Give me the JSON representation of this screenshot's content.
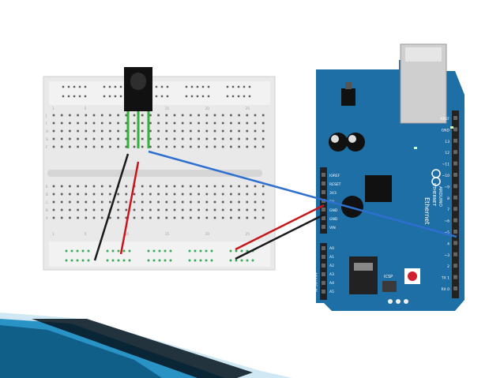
{
  "slide": {
    "accent": "#1f7fb3",
    "background": "#ffffff"
  },
  "breadboard": {
    "column_numbers": [
      "1",
      "5",
      "10",
      "15",
      "20",
      "25"
    ],
    "row_letters_top": [
      "J",
      "I",
      "H",
      "G",
      "F"
    ],
    "row_letters_bottom": [
      "E",
      "D",
      "C",
      "B",
      "A"
    ]
  },
  "board": {
    "color": "#1d6fa6",
    "name_lines": [
      "ETHERNET",
      "ARDUINO"
    ],
    "brand": "Ethernet",
    "power_pins": [
      "IOREF",
      "RESET",
      "3V3",
      "5V",
      "GND",
      "GND",
      "VIN"
    ],
    "analog_pins": [
      "A0",
      "A1",
      "A2",
      "A3",
      "A4",
      "A5"
    ],
    "analog_label": "ANALOG IN",
    "digital_pins": [
      "AREF",
      "GND",
      "13",
      "12",
      "~11",
      "~10",
      "~9",
      "8",
      "7",
      "~6",
      "~5",
      "4",
      "~3",
      "2",
      "TX 1",
      "RX 0"
    ],
    "icsp_label": "ICSP"
  },
  "wires": {
    "signal": "#2f6fd0",
    "power": "#c8161d",
    "ground": "#1a1a1a",
    "leads": "#31b33a"
  }
}
